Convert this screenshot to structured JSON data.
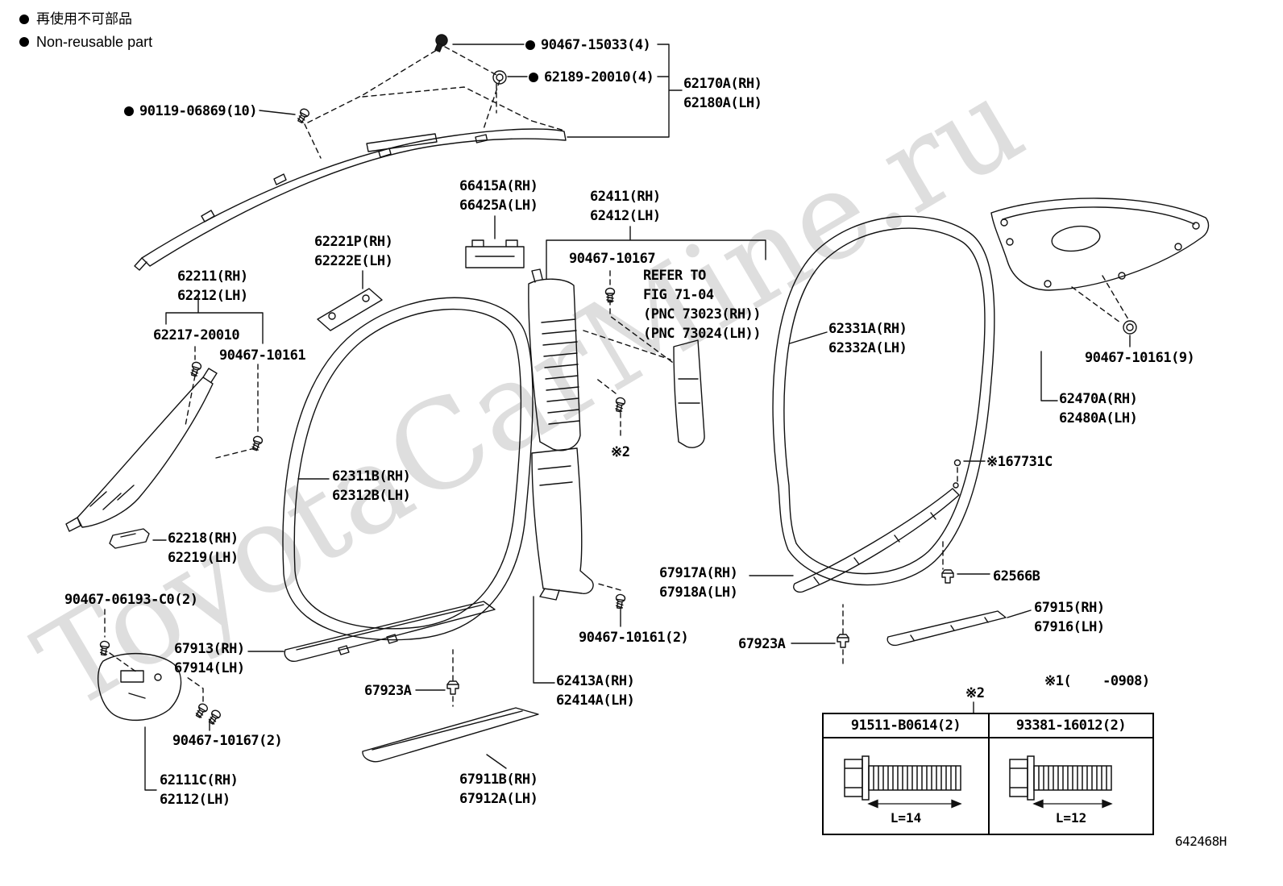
{
  "document": {
    "type": "parts-catalog-figure",
    "figure_number": "642468H"
  },
  "legend": {
    "jp": "再使用不可部品",
    "en": "Non-reusable part"
  },
  "watermark": {
    "text": "ToyotaCarMine.ru"
  },
  "colors": {
    "line": "#111111",
    "text": "#000000",
    "background": "#ffffff",
    "watermark": "rgba(0,0,0,0.13)"
  },
  "labels": {
    "b15033": {
      "text": "90467-15033(4)",
      "non_reusable": true
    },
    "b62189": {
      "text": "62189-20010(4)",
      "non_reusable": true
    },
    "p62170": {
      "text": "62170A(RH)\n62180A(LH)"
    },
    "b90119": {
      "text": "90119-06869(10)",
      "non_reusable": true
    },
    "p66415": {
      "text": "66415A(RH)\n66425A(LH)"
    },
    "p62411": {
      "text": "62411(RH)\n62412(LH)"
    },
    "p62221": {
      "text": "62221P(RH)\n62222E(LH)"
    },
    "p10167": {
      "text": "90467-10167"
    },
    "refer": {
      "text": "REFER TO\nFIG 71-04\n(PNC 73023(RH))\n(PNC 73024(LH))"
    },
    "p62211": {
      "text": "62211(RH)\n62212(LH)"
    },
    "p62217": {
      "text": "62217-20010"
    },
    "p10161a": {
      "text": "90467-10161"
    },
    "p62331": {
      "text": "62331A(RH)\n62332A(LH)"
    },
    "p10161_9": {
      "text": "90467-10161(9)"
    },
    "p62470": {
      "text": "62470A(RH)\n62480A(LH)"
    },
    "p67731": {
      "text": "※167731C"
    },
    "p62311": {
      "text": "62311B(RH)\n62312B(LH)"
    },
    "p62218": {
      "text": "62218(RH)\n62219(LH)"
    },
    "star2_mid": {
      "text": "※2"
    },
    "p06193": {
      "text": "90467-06193-C0(2)"
    },
    "p67917": {
      "text": "67917A(RH)\n67918A(LH)"
    },
    "p62566": {
      "text": "62566B"
    },
    "p67915": {
      "text": "67915(RH)\n67916(LH)"
    },
    "p67913": {
      "text": "67913(RH)\n67914(LH)"
    },
    "p67923_left": {
      "text": "67923A"
    },
    "p10161_2": {
      "text": "90467-10161(2)"
    },
    "p67923_right": {
      "text": "67923A"
    },
    "p62413": {
      "text": "62413A(RH)\n62414A(LH)"
    },
    "p10167_2": {
      "text": "90467-10167(2)"
    },
    "p62111": {
      "text": "62111C(RH)\n62112(LH)"
    },
    "p67911": {
      "text": "67911B(RH)\n67912A(LH)"
    },
    "note_applicability": {
      "text": "※1(    -0908)"
    },
    "star2_table": {
      "text": "※2"
    },
    "figure_number": {
      "text": "642468H"
    }
  },
  "table": {
    "columns": [
      {
        "part_number": "91511-B0614(2)",
        "length": "L=14"
      },
      {
        "part_number": "93381-16012(2)",
        "length": "L=12"
      }
    ]
  }
}
